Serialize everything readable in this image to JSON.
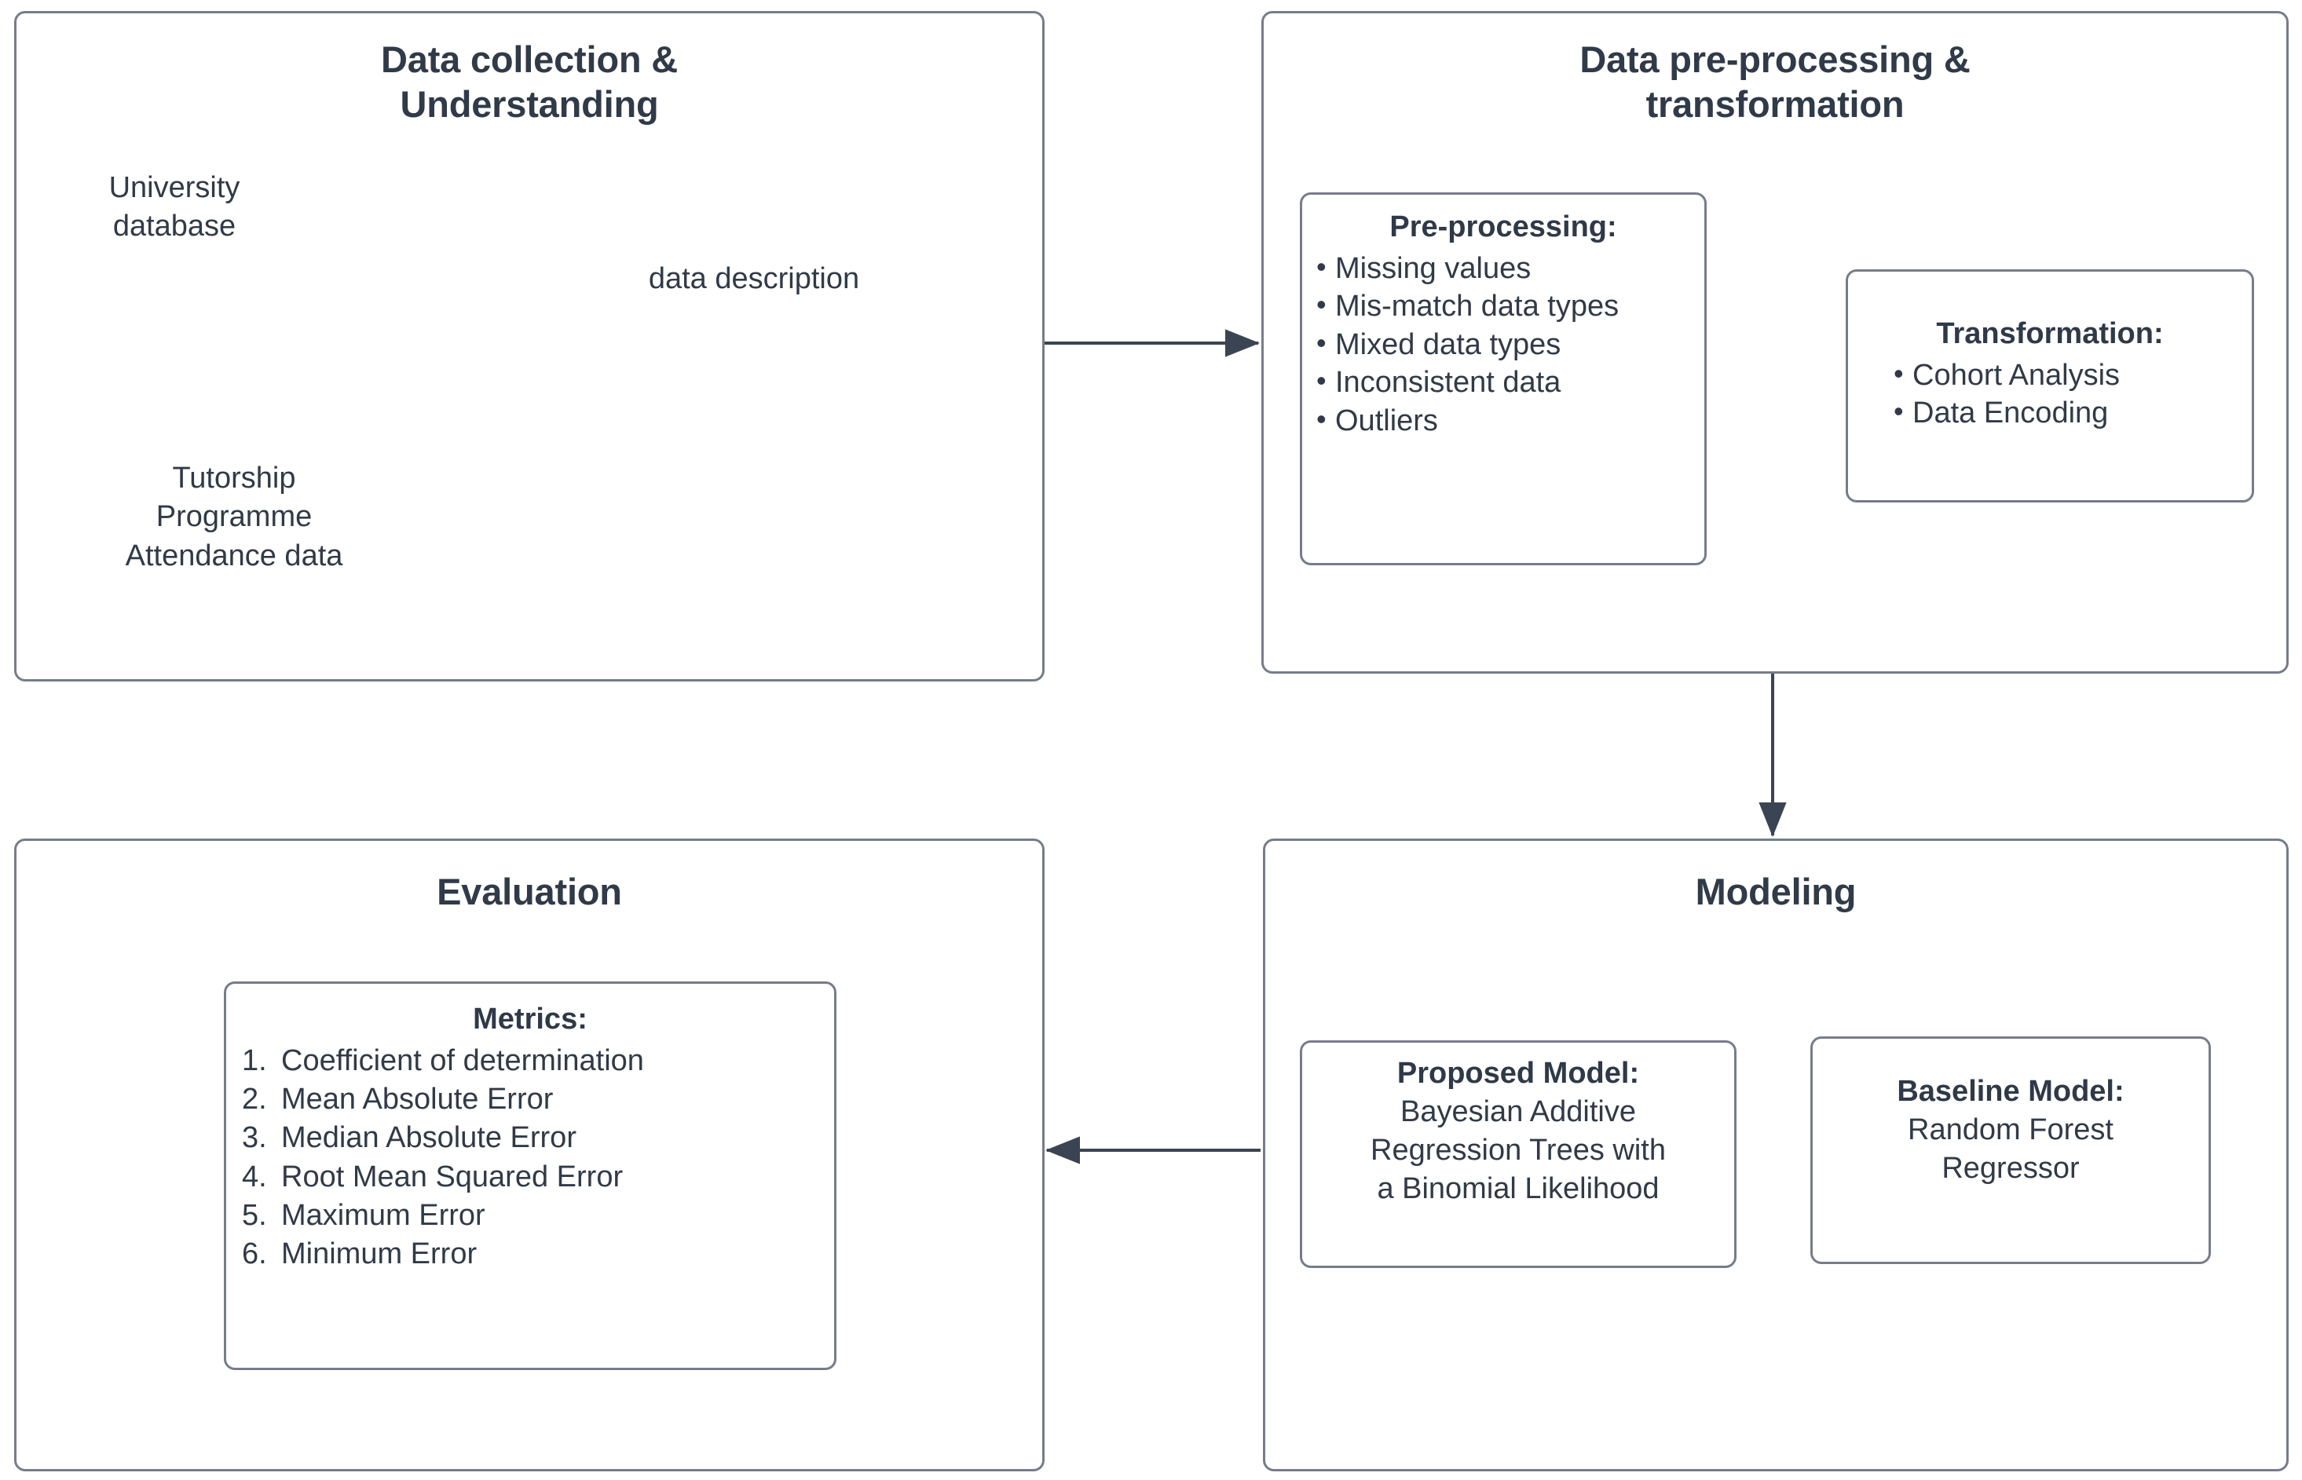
{
  "diagram": {
    "title": "Machine learning methodology flowchart",
    "stroke_color": "#767c8a",
    "text_color": "#313a47",
    "arrow_color": "#3b4452",
    "background": "#ffffff"
  },
  "panels": {
    "data_collection": {
      "title_line1": "Data collection &",
      "title_line2": "Understanding",
      "nodes": {
        "university_database": {
          "label_line1": "University",
          "label_line2": "database",
          "shape": "cylinder-vertical"
        },
        "attendance_data": {
          "label_line1": "Tutorship",
          "label_line2": "Programme",
          "label_line3": "Attendance data",
          "shape": "cylinder-horizontal"
        },
        "data_description": {
          "label": "data description",
          "shape": "card-pentagon"
        }
      }
    },
    "preprocessing": {
      "title_line1": "Data pre-processing &",
      "title_line2": "transformation",
      "nodes": {
        "preprocessing_box": {
          "heading": "Pre-processing:",
          "items": [
            "Missing values",
            "Mis-match data types",
            "Mixed data types",
            "Inconsistent data",
            "Outliers"
          ]
        },
        "transformation_box": {
          "heading": "Transformation:",
          "items": [
            "Cohort Analysis",
            "Data Encoding"
          ]
        }
      }
    },
    "evaluation": {
      "title": "Evaluation",
      "nodes": {
        "metrics_box": {
          "heading": "Metrics:",
          "items": [
            "Coefficient of determination",
            "Mean Absolute Error",
            "Median Absolute Error",
            "Root Mean Squared Error",
            "Maximum Error",
            "Minimum Error"
          ]
        }
      }
    },
    "modeling": {
      "title": "Modeling",
      "nodes": {
        "proposed_model": {
          "heading": "Proposed Model:",
          "body_line1": "Bayesian Additive",
          "body_line2": "Regression Trees with",
          "body_line3": "a Binomial Likelihood"
        },
        "baseline_model": {
          "heading": "Baseline Model:",
          "body_line1": "Random Forest",
          "body_line2": "Regressor"
        }
      }
    }
  },
  "connectors": [
    {
      "name": "university-db-to-attendance-data",
      "type": "arrow-down"
    },
    {
      "name": "attendance-data-to-data-description",
      "type": "elbow-arrow-up"
    },
    {
      "name": "data-collection-to-preprocessing",
      "type": "arrow-right"
    },
    {
      "name": "preprocessing-to-transformation",
      "type": "arrow-right"
    },
    {
      "name": "preprocessing-to-modeling",
      "type": "arrow-down"
    },
    {
      "name": "proposed-to-baseline-model",
      "type": "arrow-bidirectional"
    },
    {
      "name": "modeling-to-evaluation",
      "type": "arrow-left"
    }
  ]
}
